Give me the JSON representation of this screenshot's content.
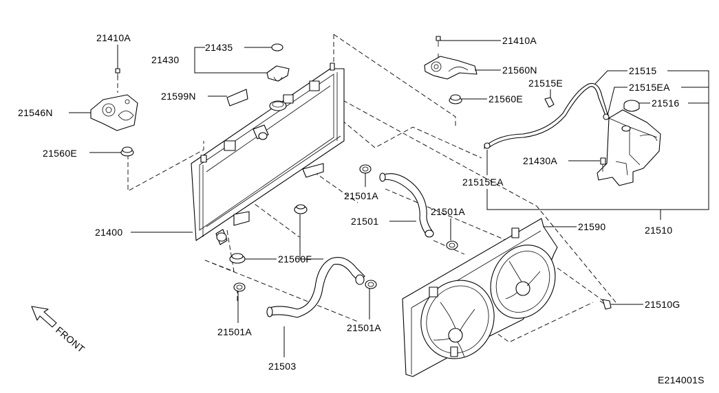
{
  "parts": {
    "p21410A_left": "21410A",
    "p21546N": "21546N",
    "p21560E_left": "21560E",
    "p21435": "21435",
    "p21430": "21430",
    "p21599N": "21599N",
    "p21400": "21400",
    "p21560F": "21560F",
    "p21501A_mid": "21501A",
    "p21501": "21501",
    "p21501A_right": "21501A",
    "p21501A_bl": "21501A",
    "p21501A_bm": "21501A",
    "p21503": "21503",
    "p21410A_right": "21410A",
    "p21560N": "21560N",
    "p21560E_right": "21560E",
    "p21515E": "21515E",
    "p21515": "21515",
    "p21515EA_top": "21515EA",
    "p21516": "21516",
    "p21430A": "21430A",
    "p21515EA_bottom": "21515EA",
    "p21590": "21590",
    "p21510": "21510",
    "p21510G": "21510G"
  },
  "front_label": "FRONT",
  "diagram_code": "E214001S"
}
